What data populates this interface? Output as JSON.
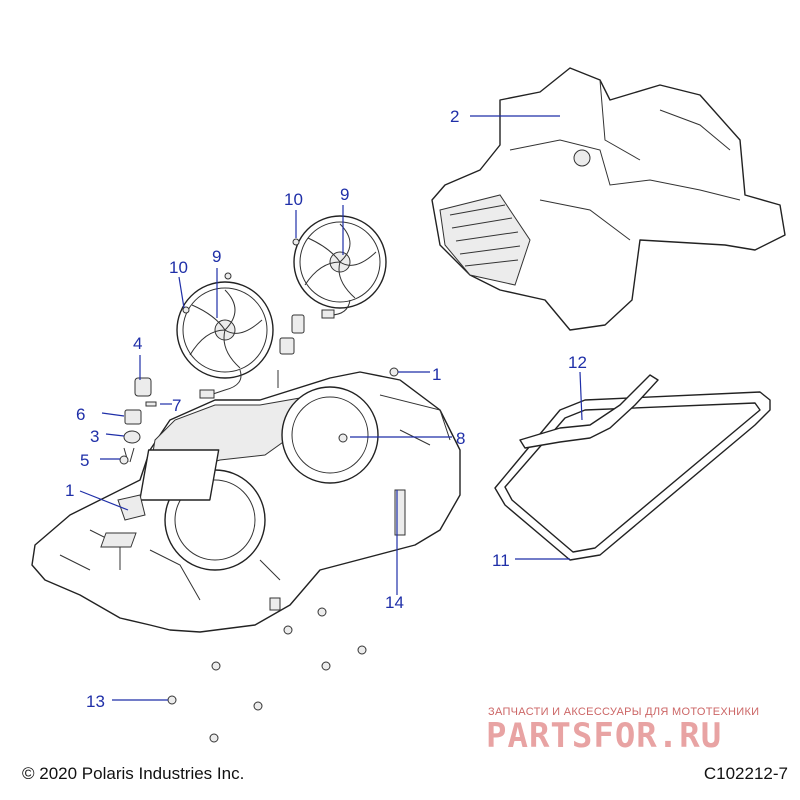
{
  "callouts": [
    {
      "label": "1"
    },
    {
      "label": "1"
    },
    {
      "label": "2"
    },
    {
      "label": "3"
    },
    {
      "label": "4"
    },
    {
      "label": "5"
    },
    {
      "label": "6"
    },
    {
      "label": "7"
    },
    {
      "label": "8"
    },
    {
      "label": "9"
    },
    {
      "label": "9"
    },
    {
      "label": "10"
    },
    {
      "label": "10"
    },
    {
      "label": "11"
    },
    {
      "label": "12"
    },
    {
      "label": "13"
    },
    {
      "label": "14"
    }
  ],
  "footer": {
    "copyright": "© 2020 Polaris Industries Inc.",
    "diagram_code": "C102212-7"
  },
  "watermark": {
    "tagline": "ЗАПЧАСТИ И АКСЕССУАРЫ ДЛЯ МОТОТЕХНИКИ",
    "logo": "PARTSFOR.RU"
  },
  "colors": {
    "callout": "#1f2fa8",
    "watermark": "#e8a3a3"
  }
}
